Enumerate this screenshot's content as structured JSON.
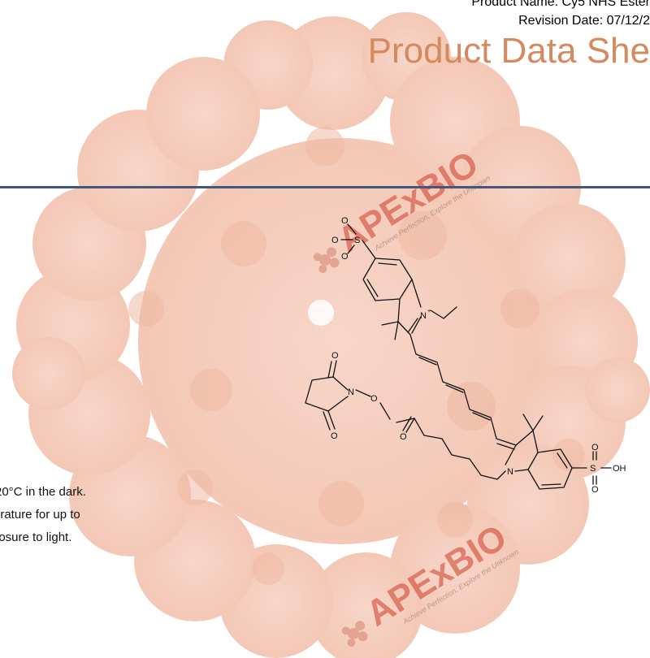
{
  "header": {
    "product_name": "Product Name: Cy5 NHS Ester",
    "revision_date": "Revision Date: 07/12/2",
    "title": "Product Data She"
  },
  "watermark": {
    "logo_text": "APExBIO",
    "tagline": "Achieve Perfection, Explore the Unknown"
  },
  "storage_lines": [
    "20°C in the dark.",
    "erature for up to",
    "posure to light."
  ],
  "structure_labels": {
    "sulfonate_o_minus": "O",
    "sulfonate_o1": "O",
    "sulfonate_s": "S",
    "sulfonate_o2": "O",
    "n_plus": "N",
    "plus": "+",
    "nhs_o_top": "O",
    "nhs_n": "N",
    "nhs_o_link": "O",
    "nhs_o_bottom": "O",
    "ester_o": "O",
    "indole_n": "N",
    "sulfonic_o_top": "O",
    "sulfonic_s": "S",
    "sulfonic_oh": "OH",
    "sulfonic_o_bottom": "O"
  },
  "colors": {
    "title": "#d48a5e",
    "rule": "#43577a",
    "background_blob": "#f6d2c3",
    "watermark_logo": "#cf3c2a"
  }
}
